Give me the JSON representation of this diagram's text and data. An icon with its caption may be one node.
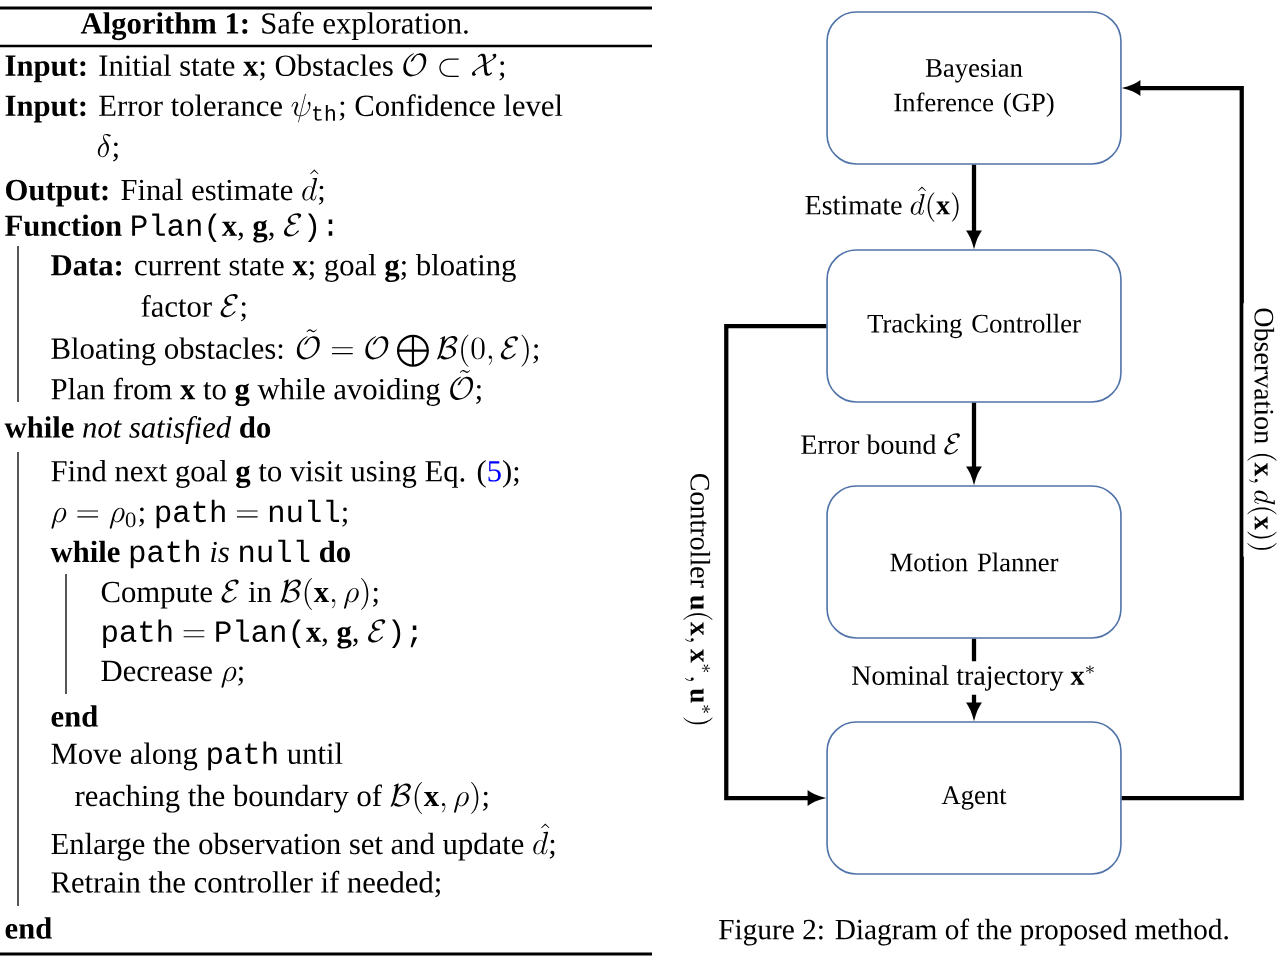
{
  "diagram": {
    "caption": "Figure 2: Diagram of the proposed method.",
    "nodes": [
      {
        "text": [
          "Bayesian Inference (GP)"
        ]
      },
      {
        "text": [
          "Tracking Controller"
        ]
      },
      {
        "text": [
          "Motion Planner"
        ]
      },
      {
        "text": [
          "Agent"
        ]
      }
    ],
    "edges": [
      {
        "from": 0,
        "to": 1,
        "arrow": "to",
        "label": "\\text{Estimate $\\hat{d}(\\mathbf{x})$}"
      },
      {
        "from": 1,
        "to": 2,
        "arrow": "to",
        "label": "\\text{Error bound $\\mathcal{E}$}"
      },
      {
        "from": 2,
        "to": 3,
        "arrow": "to",
        "label": "\\text{Nominal trajectory $\\mathbf{x}^{*}$}"
      },
      {
        "from": 1,
        "to": 3,
        "arrow": "to",
        "label": "\\text{Controller $\\mathbf{u}(\\mathbf{x},\\mathbf{x}^{*},\\mathbf{u}^{*})$}"
      },
      {
        "from": 3,
        "to": 0,
        "arrow": "to",
        "label": "\\text{Observation $(\\mathbf{x},d(\\mathbf{x}))$}"
      }
    ],
    "labels": [
      "\\text{\\textbf{Algorithm 1:} Safe exploration.}",
      "\\text{\\textbf{Input:} Initial state $\\mathbf{x}$; Obstacles $\\mathcal{O}\\subset\\mathcal{X}$;}",
      "\\text{\\textbf{Input:} Error tolerance $\\psi_{\\mathtt{th}}$; Confidence level}",
      "\\text{$\\delta$;}",
      "\\text{\\textbf{Output:} Final estimate $\\hat{d}$;}",
      "\\text{\\textbf{Function} \\texttt{Plan(}$\\mathbf{x}$, $\\mathbf{g}$, $\\mathcal{E}$\\texttt{):}}",
      "\\text{\\textbf{Data:} current state $\\mathbf{x}$; goal $\\mathbf{g}$; bloating}",
      "\\text{factor $\\mathcal{E}$;}",
      "\\text{Bloating obstacles: $\\tilde{\\mathcal{O}}=\\mathcal{O}\\bigoplus\\mathcal{B}(0,\\mathcal{E})$;}",
      "\\text{Plan from $\\mathbf{x}$ to $\\mathbf{g}$ while avoiding $\\tilde{\\mathcal{O}}$;}",
      "\\text{\\textbf{while} \\textit{not satisfied} \\textbf{do}}",
      "\\text{Find next goal $\\mathbf{g}$ to visit using Eq. (\\textcolor{blue}{5});}",
      "\\text{$\\rho=\\rho_0$; \\texttt{path} $=$ \\texttt{null};}",
      "\\text{\\textbf{while} \\texttt{path} \\textit{is} \\texttt{null} \\textbf{do}}",
      "\\text{Compute $\\mathcal{E}$ in $\\mathcal{B}(\\mathbf{x},\\rho)$;}",
      "\\text{\\texttt{path} $=$ \\texttt{Plan(}$\\mathbf{x}$, $\\mathbf{g}$, $\\mathcal{E}$\\texttt{);}}",
      "\\text{Decrease $\\rho$;}",
      "\\text{\\textbf{end}}",
      "\\text{Move along \\texttt{path} until}",
      "\\text{reaching the boundary of $\\mathcal{B}(\\mathbf{x},\\rho)$;}",
      "\\text{Enlarge the observation set and update $\\hat{d}$;}",
      "\\text{Retrain the controller if needed;}",
      "\\text{\\textbf{end}}"
    ]
  }
}
